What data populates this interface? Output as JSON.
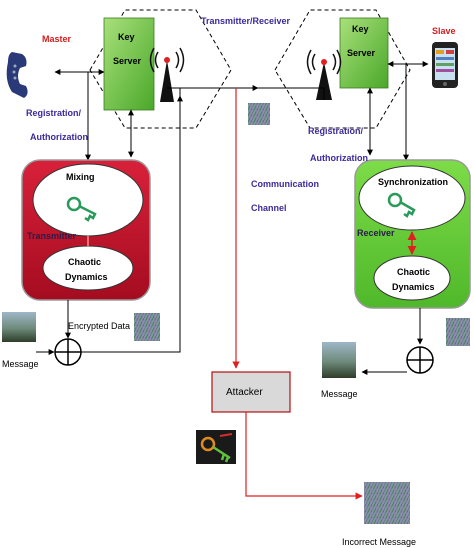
{
  "labels": {
    "master": "Master",
    "slave": "Slave",
    "transmitter_receiver": "Transmitter/Receiver",
    "key_server_left": [
      "Key",
      "Server"
    ],
    "key_server_right": [
      "Key",
      "Server"
    ],
    "registration": "Registration/",
    "authorization": "Authorization",
    "communication": "Communication",
    "channel": "Channel",
    "mixing": "Mixing",
    "transmitter": "Transmitter",
    "chaotic_left": [
      "Chaotic",
      "Dynamics"
    ],
    "synchronization": "Synchronization",
    "receiver": "Receiver",
    "chaotic_right": [
      "Chaotic",
      "Dynamics"
    ],
    "encrypted_data": "Encrypted Data",
    "message_left": "Message",
    "message_right": "Message",
    "attacker": "Attacker",
    "incorrect_message": "Incorrect Message"
  },
  "colors": {
    "label_blue": "#3c2a9a",
    "label_red": "#d02020",
    "transmitter_fill": "#c8102e",
    "receiver_fill": "#66cc33",
    "key_server_green": "#7ccf4a",
    "attacker_fill": "#d9d9d9",
    "attacker_border": "#b01010",
    "red_line": "#e02020",
    "arrow_black": "#000000"
  },
  "icons": {
    "master_device": "phone-icon",
    "slave_device": "smartphone-icon",
    "antenna": "antenna-tower-icon",
    "key": "key-icon",
    "attacker_key": "attacker-key-icon",
    "xor": "xor-circle-icon",
    "noise": "noise-signal-image",
    "message_image": "message-photo-image"
  }
}
